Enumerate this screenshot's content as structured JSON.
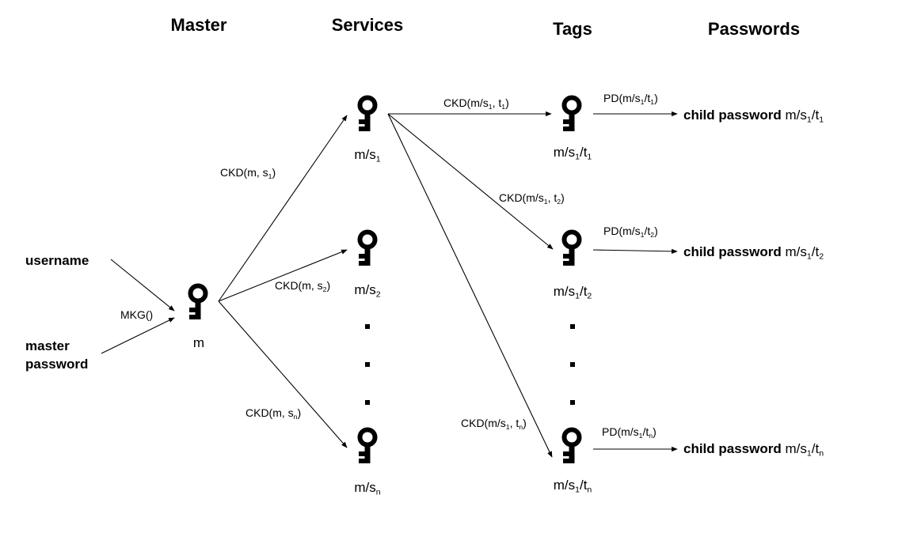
{
  "headers": {
    "master": "Master",
    "services": "Services",
    "tags": "Tags",
    "passwords": "Passwords"
  },
  "inputs": {
    "username": "username",
    "master_password_line1": "master",
    "master_password_line2": "password"
  },
  "nodes": {
    "master": {
      "label": "m"
    },
    "s1": {
      "base": "m/s",
      "sub": "1"
    },
    "s2": {
      "base": "m/s",
      "sub": "2"
    },
    "sn": {
      "base": "m/s",
      "sub": "n"
    },
    "t1": {
      "a": "m/s",
      "sa": "1",
      "b": "/t",
      "sb": "1"
    },
    "t2": {
      "a": "m/s",
      "sa": "1",
      "b": "/t",
      "sb": "2"
    },
    "tn": {
      "a": "m/s",
      "sa": "1",
      "b": "/t",
      "sb": "n"
    }
  },
  "edges": {
    "mkg": "MKG()",
    "ckd_s1": {
      "a": "CKD(m, s",
      "sa": "1",
      "b": ")"
    },
    "ckd_s2": {
      "a": "CKD(m, s",
      "sa": "2",
      "b": ")"
    },
    "ckd_sn": {
      "a": "CKD(m, s",
      "sa": "n",
      "b": ")"
    },
    "ckd_t1": {
      "a": "CKD(m/s",
      "sa": "1",
      "b": ", t",
      "sb": "1",
      "c": ")"
    },
    "ckd_t2": {
      "a": "CKD(m/s",
      "sa": "1",
      "b": ", t",
      "sb": "2",
      "c": ")"
    },
    "ckd_tn": {
      "a": "CKD(m/s",
      "sa": "1",
      "b": ", t",
      "sb": "n",
      "c": ")"
    },
    "pd_1": {
      "a": "PD(m/s",
      "sa": "1",
      "b": "/t",
      "sb": "1",
      "c": ")"
    },
    "pd_2": {
      "a": "PD(m/s",
      "sa": "1",
      "b": "/t",
      "sb": "2",
      "c": ")"
    },
    "pd_n": {
      "a": "PD(m/s",
      "sa": "1",
      "b": "/t",
      "sb": "n",
      "c": ")"
    }
  },
  "passwords": {
    "bold_label": "child password",
    "p1": {
      "a": "m/s",
      "sa": "1",
      "b": "/t",
      "sb": "1"
    },
    "p2": {
      "a": "m/s",
      "sa": "1",
      "b": "/t",
      "sb": "2"
    },
    "pn": {
      "a": "m/s",
      "sa": "1",
      "b": "/t",
      "sb": "n"
    }
  },
  "icons": {
    "node_icon": "key-icon",
    "continuation_icon": "ellipsis-dot"
  },
  "colors": {
    "ink": "#000000",
    "background": "#ffffff"
  }
}
